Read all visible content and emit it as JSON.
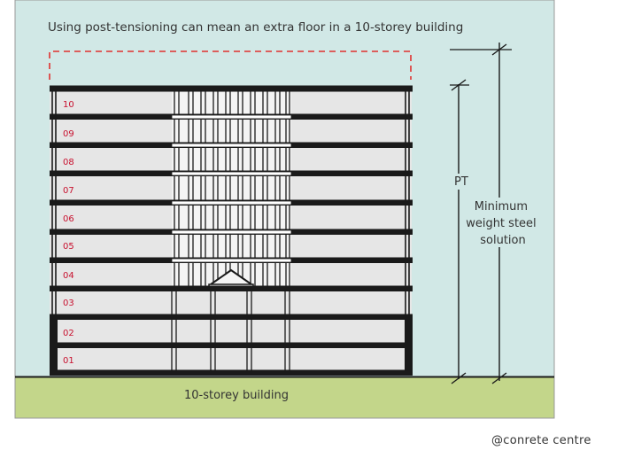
{
  "diagram": {
    "title": "Using post-tensioning can mean an extra floor in a 10-storey building",
    "ground_label": "10-storey building",
    "pt_label": "PT",
    "steel_label": [
      "Minimum",
      "weight steel",
      "solution"
    ],
    "floors": [
      "01",
      "02",
      "03",
      "04",
      "05",
      "06",
      "07",
      "08",
      "09",
      "10"
    ],
    "colors": {
      "sky": "#d1e8e6",
      "ground": "#c3d68a",
      "floor_fill": "#e6e6e6",
      "slab": "#1a1a1a",
      "label_red": "#c8102e",
      "extra_floor_dash": "#e0312f"
    }
  },
  "credit": "@conrete centre"
}
